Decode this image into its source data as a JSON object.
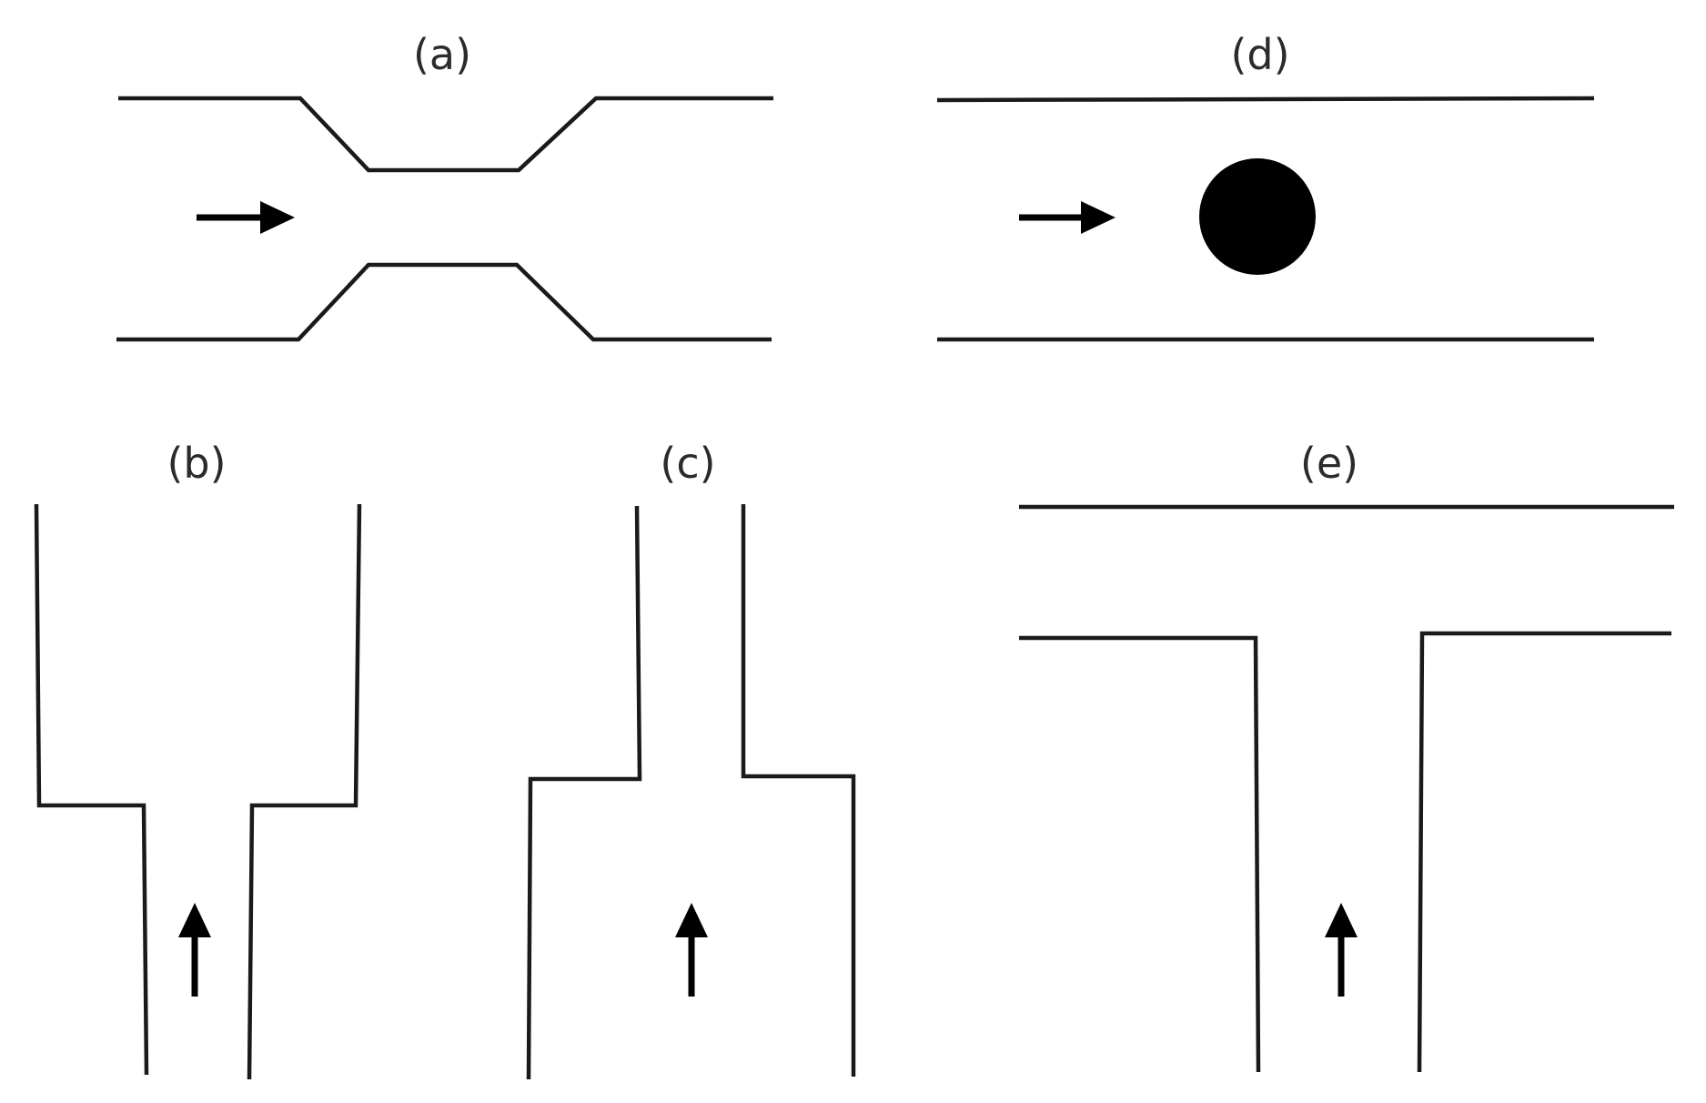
{
  "figure": {
    "panels": {
      "a": {
        "label": "(a)"
      },
      "b": {
        "label": "(b)"
      },
      "c": {
        "label": "(c)"
      },
      "d": {
        "label": "(d)"
      },
      "e": {
        "label": "(e)"
      }
    }
  }
}
